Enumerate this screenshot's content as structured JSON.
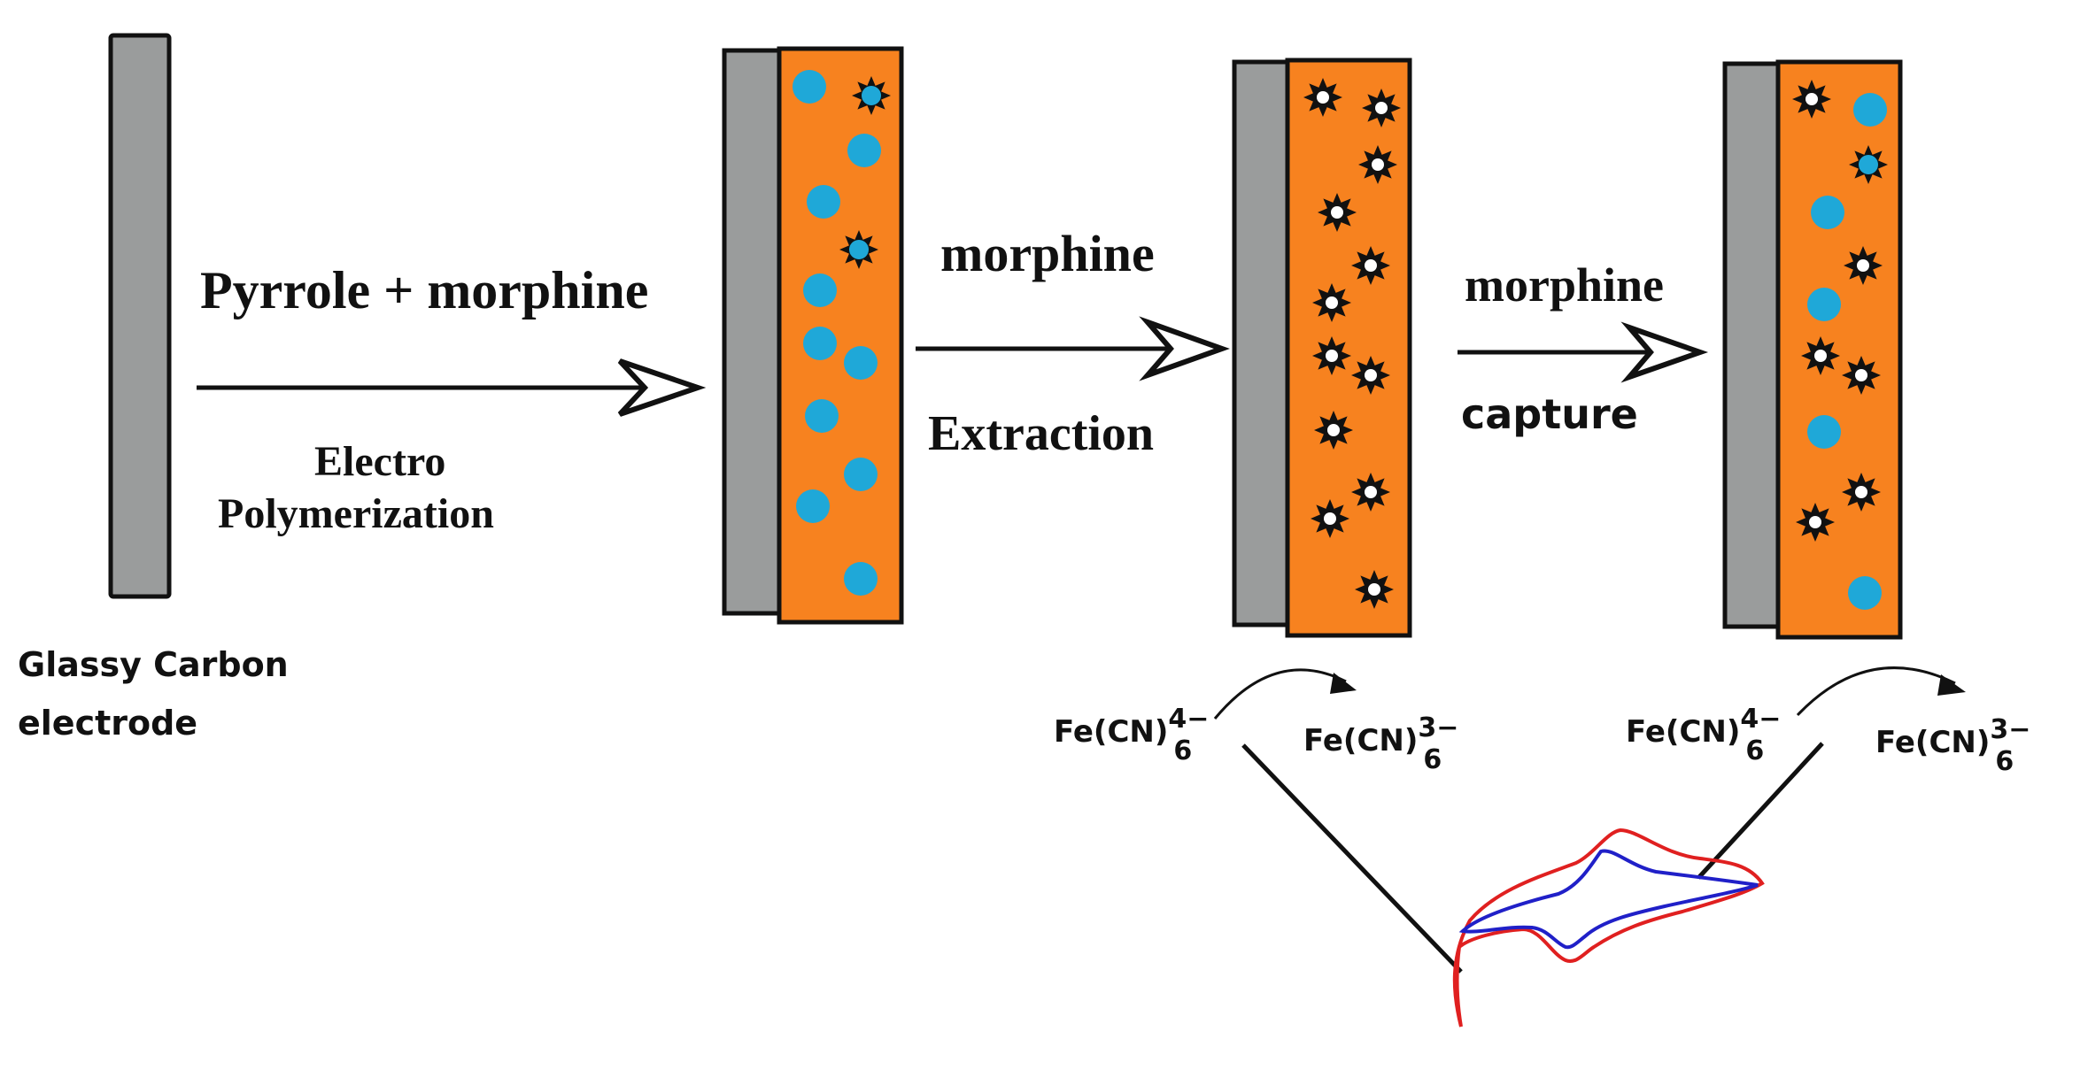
{
  "colors": {
    "electrode": "#9a9c9c",
    "polymer": "#f7821f",
    "template_molecule": "#1fa8d8",
    "cavity": "#111111",
    "cv_red": "#e02020",
    "cv_blue": "#2020c8"
  },
  "labels": {
    "electrode_line1": "Glassy Carbon",
    "electrode_line2": "electrode",
    "step1_top": "Pyrrole + morphine",
    "step1_bottom_line1": "Electro",
    "step1_bottom_line2": "Polymerization",
    "step2_top": "morphine",
    "step2_bottom": "Extraction",
    "step3_top": "morphine",
    "step3_bottom": "capture"
  },
  "redox": {
    "left": {
      "reduced_base": "Fe(CN)",
      "reduced_sup": "4−",
      "reduced_sub": "6",
      "oxidized_base": "Fe(CN)",
      "oxidized_sup": "3−",
      "oxidized_sub": "6"
    },
    "right": {
      "reduced_base": "Fe(CN)",
      "reduced_sup": "4−",
      "reduced_sub": "6",
      "oxidized_base": "Fe(CN)",
      "oxidized_sup": "3−",
      "oxidized_sub": "6"
    }
  },
  "stages": [
    {
      "name": "bare-electrode",
      "molecules": []
    },
    {
      "name": "imprinted-polymer",
      "molecules": [
        "template",
        "cavity-filled",
        "template",
        "template",
        "cavity-filled",
        "template",
        "template",
        "template",
        "template",
        "template",
        "template",
        "template"
      ]
    },
    {
      "name": "extracted-polymer",
      "molecules": [
        "cavity",
        "cavity",
        "cavity",
        "cavity",
        "cavity",
        "cavity",
        "cavity",
        "cavity",
        "cavity",
        "cavity",
        "cavity",
        "cavity"
      ]
    },
    {
      "name": "rebound-polymer",
      "molecules": [
        "cavity",
        "template",
        "cavity-filled",
        "template",
        "cavity",
        "template",
        "cavity",
        "cavity",
        "template",
        "cavity",
        "cavity",
        "template"
      ]
    }
  ]
}
